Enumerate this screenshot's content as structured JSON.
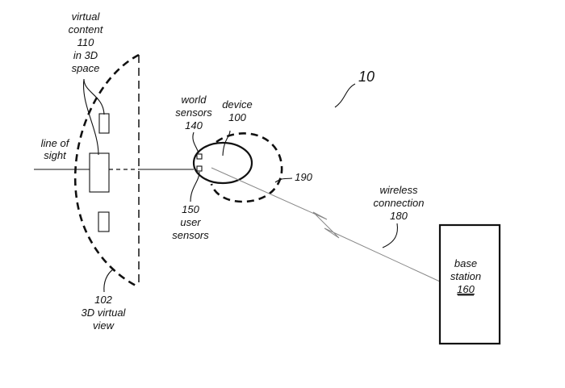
{
  "figure": {
    "reference_number": "10",
    "labels": {
      "virtual_content": [
        "virtual",
        "content",
        "110",
        "in 3D",
        "space"
      ],
      "line_of_sight": [
        "line of",
        "sight"
      ],
      "view_3d": [
        "102",
        "3D virtual",
        "view"
      ],
      "world_sensors": [
        "world",
        "sensors",
        "140"
      ],
      "device": [
        "device",
        "100"
      ],
      "user_sensors": [
        "150",
        "user",
        "sensors"
      ],
      "range": "190",
      "wireless_connection": [
        "wireless",
        "connection",
        "180"
      ],
      "base_station": [
        "base",
        "station",
        "160"
      ]
    }
  }
}
